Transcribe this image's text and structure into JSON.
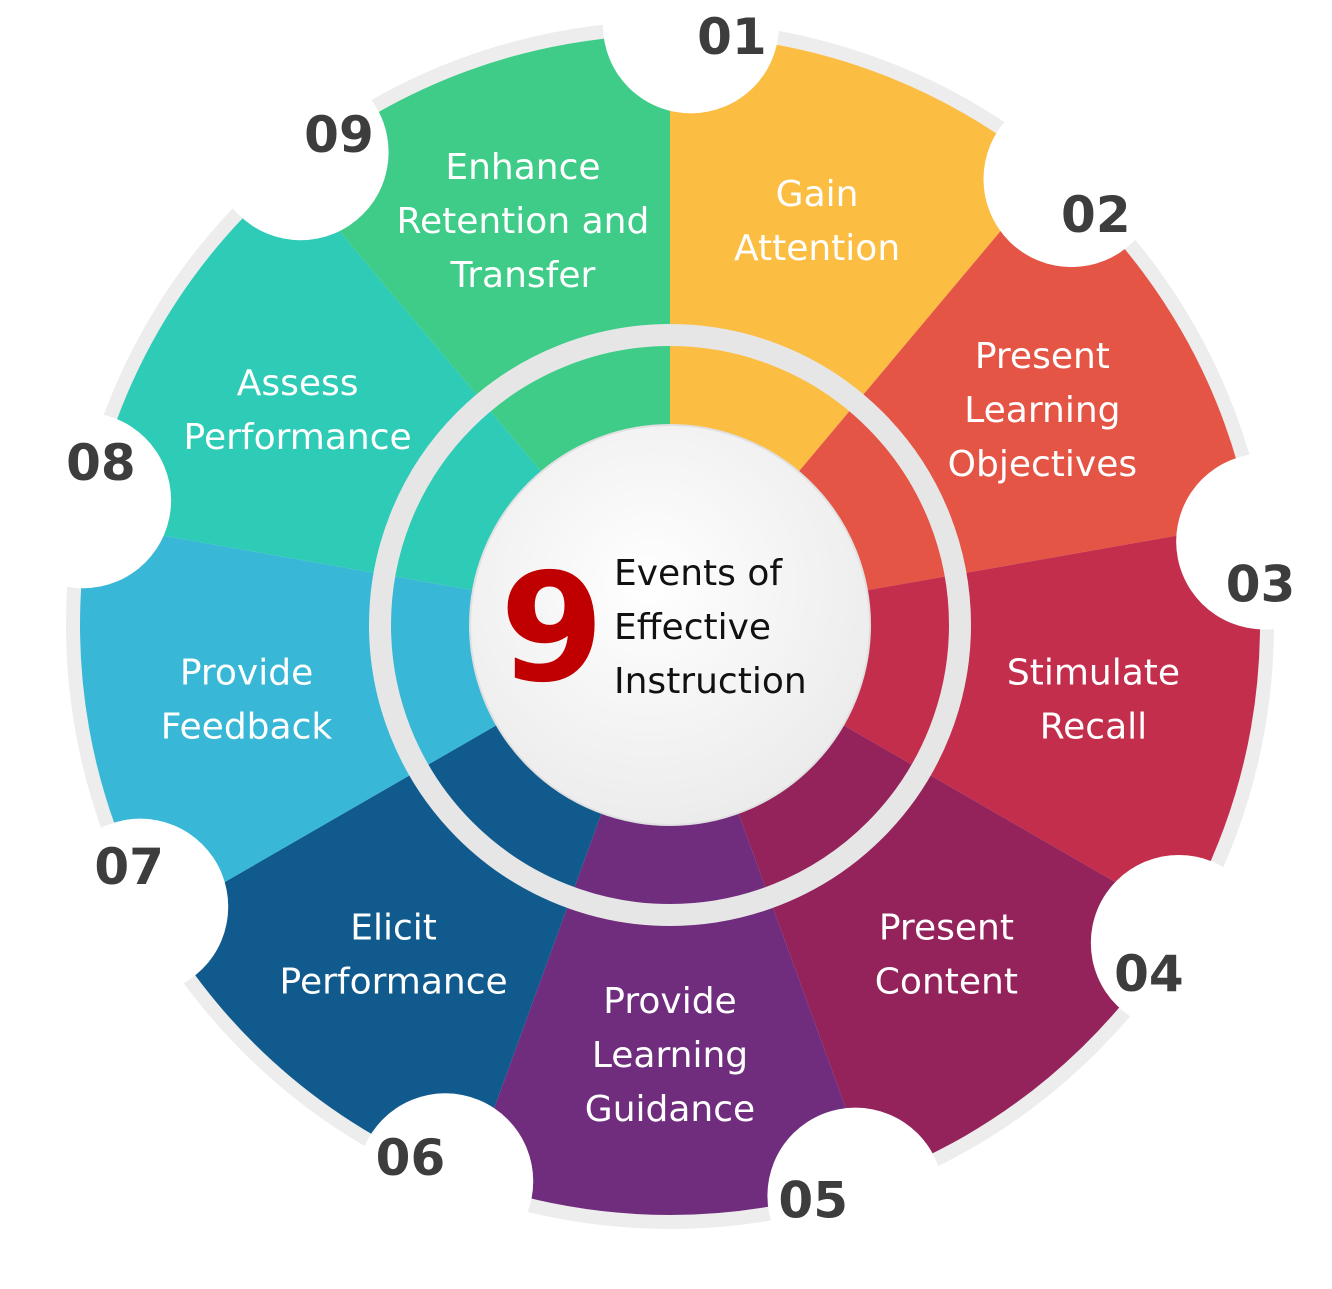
{
  "center": {
    "number": "9",
    "lines": [
      "Events of",
      "Effective",
      "Instruction"
    ]
  },
  "events": [
    {
      "num": "01",
      "lines": [
        "Gain",
        "Attention"
      ],
      "color": "#FBBD42"
    },
    {
      "num": "02",
      "lines": [
        "Present",
        "Learning",
        "Objectives"
      ],
      "color": "#E45546"
    },
    {
      "num": "03",
      "lines": [
        "Stimulate",
        "Recall"
      ],
      "color": "#C42E4D"
    },
    {
      "num": "04",
      "lines": [
        "Present",
        "Content"
      ],
      "color": "#93235A"
    },
    {
      "num": "05",
      "lines": [
        "Provide",
        "Learning",
        "Guidance"
      ],
      "color": "#702D7E"
    },
    {
      "num": "06",
      "lines": [
        "Elicit",
        "Performance"
      ],
      "color": "#105A8D"
    },
    {
      "num": "07",
      "lines": [
        "Provide",
        "Feedback"
      ],
      "color": "#38B8D6"
    },
    {
      "num": "08",
      "lines": [
        "Assess",
        "Performance"
      ],
      "color": "#2ECBB6"
    },
    {
      "num": "09",
      "lines": [
        "Enhance",
        "Retention and",
        "Transfer"
      ],
      "color": "#3ECC88"
    }
  ],
  "colors": {
    "ring": "#e6e6e6",
    "center_fill": "#ffffff",
    "nine": "#c00000",
    "number_text": "#3d3d3d"
  }
}
